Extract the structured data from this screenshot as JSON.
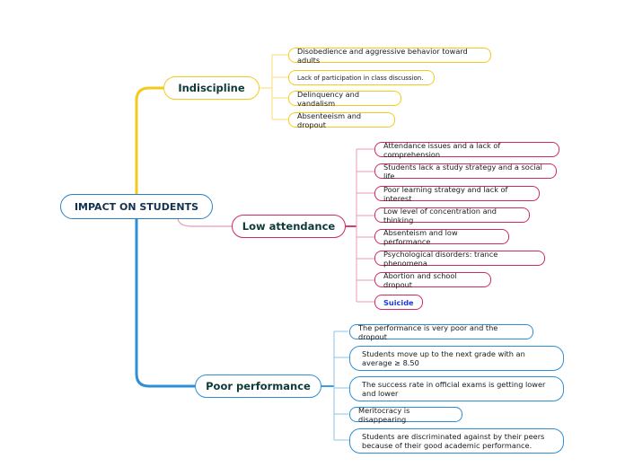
{
  "root": {
    "label": "IMPACT ON STUDENTS"
  },
  "colors": {
    "indiscipline": "#f2cb1d",
    "attendance": "#cf2a62",
    "performance": "#2f8fd6",
    "root": "#2e7fc2"
  },
  "branches": {
    "indiscipline": {
      "label": "Indiscipline",
      "items": [
        "Disobedience and aggressive behavior toward adults",
        "Lack of participation in class discussion.",
        "Delinquency and vandalism",
        "Absenteeism and dropout"
      ]
    },
    "attendance": {
      "label": "Low attendance",
      "items": [
        "Attendance issues and a lack of comprehension",
        "Students lack a study strategy and a social life",
        "Poor learning strategy and lack of interest",
        "Low level of concentration and thinking",
        "Absenteism and low performance",
        "Psychological disorders: trance phenomena",
        "Abortion and school dropout",
        "Suicide"
      ]
    },
    "performance": {
      "label": "Poor performance",
      "items": [
        "The performance is very poor and the dropout",
        "Students move up to the next grade with an average ≥ 8.50",
        "The success rate in official exams is getting lower and lower",
        "Meritocracy is disappearing",
        "Students are discriminated against by their peers because of their good academic performance."
      ]
    }
  }
}
